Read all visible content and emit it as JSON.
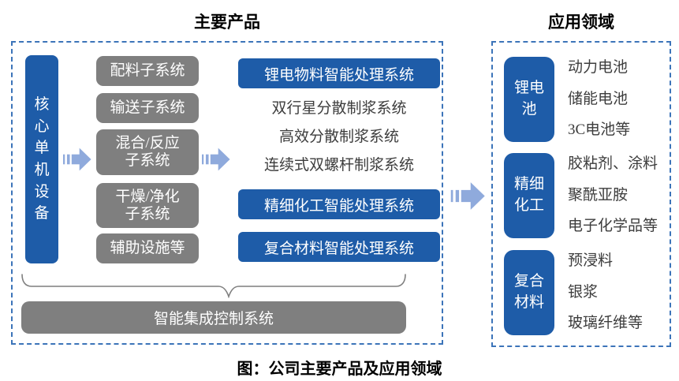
{
  "titles": {
    "main_products": "主要产品",
    "application_areas": "应用领域"
  },
  "left_panel": {
    "core_box": "核\n心\n单\n机\n设\n备",
    "subsystems": [
      "配料子系统",
      "输送子系统",
      "混合/反应\n子系统",
      "干燥/净化\n子系统",
      "辅助设施等"
    ],
    "products": [
      {
        "label": "锂电物料智能处理系统",
        "style": "highlight"
      },
      {
        "label": "双行星分散制浆系统",
        "style": "plain"
      },
      {
        "label": "高效分散制浆系统",
        "style": "plain"
      },
      {
        "label": "连续式双螺杆制浆系统",
        "style": "plain"
      },
      {
        "label": "精细化工智能处理系统",
        "style": "highlight"
      },
      {
        "label": "复合材料智能处理系统",
        "style": "highlight"
      }
    ],
    "control_system": "智能集成控制系统"
  },
  "right_panel": {
    "groups": [
      {
        "category": "锂电\n池",
        "items": [
          "动力电池",
          "储能电池",
          "3C电池等"
        ]
      },
      {
        "category": "精细\n化工",
        "items": [
          "胶粘剂、涂料",
          "聚酰亚胺",
          "电子化学品等"
        ]
      },
      {
        "category": "复合\n材料",
        "items": [
          "预浸料",
          "银浆",
          "玻璃纤维等"
        ]
      }
    ]
  },
  "caption": "图：公司主要产品及应用领域",
  "icons": {
    "flow_arrow": "striped-right-arrow",
    "brace": "horizontal-curly-brace"
  },
  "colors": {
    "primary_blue": "#1E5CA8",
    "box_gray": "#7F7F7F",
    "arrow_blue": "#8FAADC",
    "dashed_border_blue": "#3C74B9",
    "plain_text": "#3D3D3D"
  }
}
